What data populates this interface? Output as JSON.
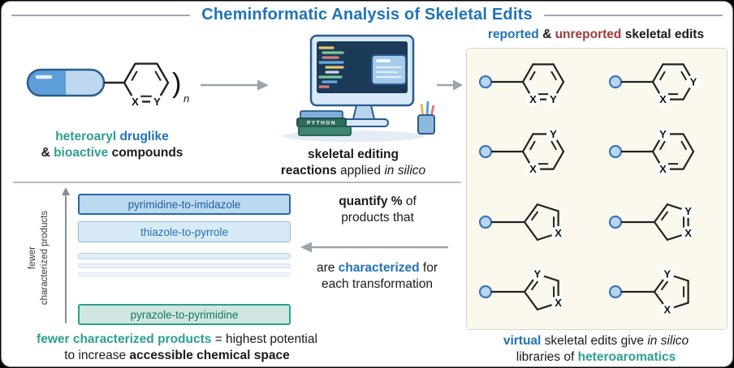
{
  "title": "Cheminformatic Analysis of Skeletal Edits",
  "right_header": {
    "reported": "reported",
    "amp": " & ",
    "unreported": "unreported",
    "suffix": " skeletal edits"
  },
  "left_caption": {
    "heteroaryl": "heteroaryl",
    "druglike": "druglike",
    "amp": "&",
    "bioactive": "bioactive",
    "compounds": "compounds"
  },
  "computer_caption": {
    "line1": "skeletal editing",
    "reactions": "reactions",
    "applied": "applied",
    "in_silico": "in silico"
  },
  "python_label": "PYTHON",
  "ring_annotation": {
    "x": "X",
    "y": "Y",
    "paren": ")",
    "sub": "n"
  },
  "bar_chart": {
    "axis_label_line1": "fewer",
    "axis_label_line2": "characterized products",
    "bars": [
      {
        "label": "pyrimidine-to-imidazole",
        "style": "bar-blue-strong",
        "height": 26
      },
      {
        "label": "thiazole-to-pyrrole",
        "style": "bar-blue-light",
        "height": 26
      },
      {
        "label": "",
        "style": "bar-thin-1",
        "height": 8
      },
      {
        "label": "",
        "style": "bar-thin-2",
        "height": 6
      },
      {
        "label": "",
        "style": "bar-thin-3",
        "height": 5
      },
      {
        "label": "pyrazole-to-pyrimidine",
        "style": "bar-teal",
        "height": 26
      }
    ]
  },
  "quantify": {
    "bold": "quantify %",
    "of": " of",
    "line2": "products that",
    "are": "are ",
    "characterized": "characterized",
    "for": " for",
    "line4": "each transformation"
  },
  "bottom_left_caption": {
    "highlight": "fewer characterized products",
    "rest": " = highest potential",
    "line2_pre": "to increase ",
    "line2_bold": "accessible chemical space"
  },
  "bottom_right_caption": {
    "virtual": "virtual",
    "mid": " skeletal edits give ",
    "in_silico": "in silico",
    "line2_pre": "libraries of ",
    "heteroaromatics": "heteroaromatics"
  },
  "molecules": [
    {
      "ring": 6,
      "labels": [
        {
          "v": 5,
          "t": "X"
        },
        {
          "v": 4,
          "t": "Y"
        }
      ]
    },
    {
      "ring": 6,
      "labels": [
        {
          "v": 5,
          "t": "X"
        },
        {
          "v": 3,
          "t": "Y"
        }
      ]
    },
    {
      "ring": 6,
      "labels": [
        {
          "v": 2,
          "t": "Y"
        },
        {
          "v": 5,
          "t": "X"
        }
      ]
    },
    {
      "ring": 6,
      "labels": [
        {
          "v": 1,
          "t": "Y"
        },
        {
          "v": 5,
          "t": "X"
        }
      ]
    },
    {
      "ring": 5,
      "labels": [
        {
          "v": 3,
          "t": "X"
        }
      ]
    },
    {
      "ring": 5,
      "labels": [
        {
          "v": 3,
          "t": "X"
        },
        {
          "v": 2,
          "t": "Y"
        }
      ]
    },
    {
      "ring": 5,
      "labels": [
        {
          "v": 1,
          "t": "Y"
        },
        {
          "v": 3,
          "t": "X"
        }
      ]
    },
    {
      "ring": 5,
      "labels": [
        {
          "v": 1,
          "t": "Y"
        },
        {
          "v": 4,
          "t": "X"
        }
      ]
    }
  ]
}
